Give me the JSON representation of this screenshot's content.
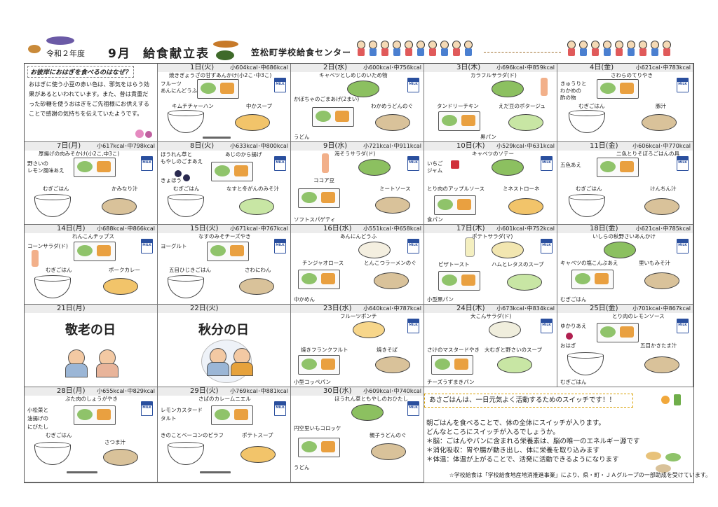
{
  "header": {
    "era": "令和２年度",
    "month": "9月",
    "title": "給食献立表",
    "org": "笠松町学校給食センター"
  },
  "qa": {
    "question": "お彼岸におはぎを食べるのはなぜ？",
    "answer": "おはぎに使う小豆の赤い色は、邪気をはらう効果があるといわれています。また、昔は貴重だった砂糖を使うおはぎをご先祖様にお供えすることで感謝の気持ちを伝えていたようです。"
  },
  "days": [
    {
      "date": "1日(火)",
      "kcal": "小604kcal･中686kcal",
      "items": [
        "焼きぎょうざの甘ずあんかけ(小2こ･中3こ)",
        "フルーツ",
        "あんにんどうふ",
        "キムチチャーハン",
        "中かスープ"
      ]
    },
    {
      "date": "2日(水)",
      "kcal": "小600kcal･中756kcal",
      "items": [
        "キャベツとしめじのいため物",
        "かぼちゃのごまあげ(2まい)",
        "わかめうどんのぐ",
        "うどん"
      ]
    },
    {
      "date": "3日(木)",
      "kcal": "小696kcal･中859kcal",
      "items": [
        "カラフルサラダ(ド)",
        "タンドリーチキン",
        "えだ豆のポタージュ",
        "黒パン"
      ]
    },
    {
      "date": "4日(金)",
      "kcal": "小621cal･中783kcal",
      "items": [
        "さわらのてりやき",
        "きゅうりと",
        "わかめの",
        "酢の物",
        "むぎごはん",
        "豚汁"
      ]
    },
    {
      "date": "7日(月)",
      "kcal": "小617kcal･中798kcal",
      "items": [
        "厚揚げの肉みそかけ(小2こ,中3こ)",
        "野さいの",
        "レモン風味あえ",
        "むぎごはん",
        "かみなり汁"
      ]
    },
    {
      "date": "8日(火)",
      "kcal": "小633kcal･中800kcal",
      "items": [
        "ほうれん草と",
        "もやしのごまあえ",
        "あじのから揚げ",
        "きょほう",
        "むぎごはん",
        "なすと冬がんのみそ汁"
      ]
    },
    {
      "date": "9日(水)",
      "kcal": "小721kcal･中911kcal",
      "items": [
        "海そうサラダ(ド)",
        "ココア豆",
        "ミートソース",
        "ソフトスパゲティ"
      ]
    },
    {
      "date": "10日(木)",
      "kcal": "小529kcal･中631kcal",
      "items": [
        "キャベツのソテー",
        "いちご",
        "ジャム",
        "とり肉のアップルソース",
        "ミネストローネ",
        "食パン"
      ]
    },
    {
      "date": "11日(金)",
      "kcal": "小606kcal･中770kcal",
      "items": [
        "二色とりそぼろごはんの具",
        "五色あえ",
        "むぎごはん",
        "けんちん汁"
      ]
    },
    {
      "date": "14日(月)",
      "kcal": "小688kcal･中866kcal",
      "items": [
        "れんこんチップス",
        "コーンサラダ(ド)",
        "むぎごはん",
        "ポークカレー"
      ]
    },
    {
      "date": "15日(火)",
      "kcal": "小671kcal･中767kcal",
      "items": [
        "なすのみそチーズやき",
        "ヨーグルト",
        "五目ひじきごはん",
        "さわにわん"
      ]
    },
    {
      "date": "16日(水)",
      "kcal": "小551kcal･中658kcal",
      "items": [
        "あんにんどうふ",
        "チンジャオロース",
        "とんこつラーメンのぐ",
        "中かめん"
      ]
    },
    {
      "date": "17日(木)",
      "kcal": "小601kcal･中752kcal",
      "items": [
        "ポテトサラダ(マ)",
        "ピザトースト",
        "ハムとレタスのスープ",
        "小型黒パン"
      ]
    },
    {
      "date": "18日(金)",
      "kcal": "小621cal･中785kcal",
      "items": [
        "いしらの秋野さいあんかけ",
        "キャベツの塩こんぶあえ",
        "里いもみそ汁",
        "むぎごはん"
      ]
    },
    {
      "date": "21日(月)",
      "kcal": "",
      "items": [],
      "holiday": "敬老の日"
    },
    {
      "date": "22日(火)",
      "kcal": "",
      "items": [],
      "holiday": "秋分の日"
    },
    {
      "date": "23日(水)",
      "kcal": "小640kcal･中787kcal",
      "items": [
        "フルーツポンチ",
        "焼きフランクフルト",
        "焼きそば",
        "小型コッペパン"
      ]
    },
    {
      "date": "24日(木)",
      "kcal": "小673kcal･中834kcal",
      "items": [
        "大こんサラダ(ド)",
        "さけのマスタードやき",
        "大むぎと野さいのスープ",
        "チーズうずまきパン"
      ]
    },
    {
      "date": "25日(金)",
      "kcal": "小701kcal･中867kcal",
      "items": [
        "とり肉のレモンソース",
        "ゆかりあえ",
        "おはぎ",
        "五目かきたま汁",
        "むぎごはん"
      ]
    },
    {
      "date": "28日(月)",
      "kcal": "小655kcal･中829kcal",
      "items": [
        "ぶた肉のしょうがやき",
        "小松菜と",
        "油揚げの",
        "にびたし",
        "むぎごはん",
        "さつま汁"
      ]
    },
    {
      "date": "29日(火)",
      "kcal": "小769kcal･中881kcal",
      "items": [
        "さばのカレームニエル",
        "レモンカスタード",
        "タルト",
        "きのことベーコンのピラフ",
        "ポテトスープ"
      ]
    },
    {
      "date": "30日(水)",
      "kcal": "小609kcal･中740kcal",
      "items": [
        "ほうれん草ともやしのおひたし",
        "円空里いもコロッケ",
        "親子うどんのぐ",
        "うどん"
      ]
    }
  ],
  "breakfast": {
    "tip": "あさごはんは、一日元気よく活動するためのスイッチです！！",
    "lines": [
      "朝ごはんを食べることで、体の全体にスイッチが入ります。",
      "どんなところにスイッチが入るでしょうか。",
      "＊脳：ごはんやパンに含まれる栄養素は、脳の唯一のエネルギー源です",
      "＊消化吸収：胃や腸が動き出し、体に栄養を取り込みます",
      "＊体温：体温が上がることで、活発に活動できるようになります"
    ]
  },
  "footer": "☆学校給食は「学校給食地産地消推進事業」により、県・町・ＪＡグループの一部助成を受けています。",
  "colors": {
    "accent": "#e05a5a",
    "milk": "#2a4f9e",
    "tip_border": "#d9a000"
  }
}
